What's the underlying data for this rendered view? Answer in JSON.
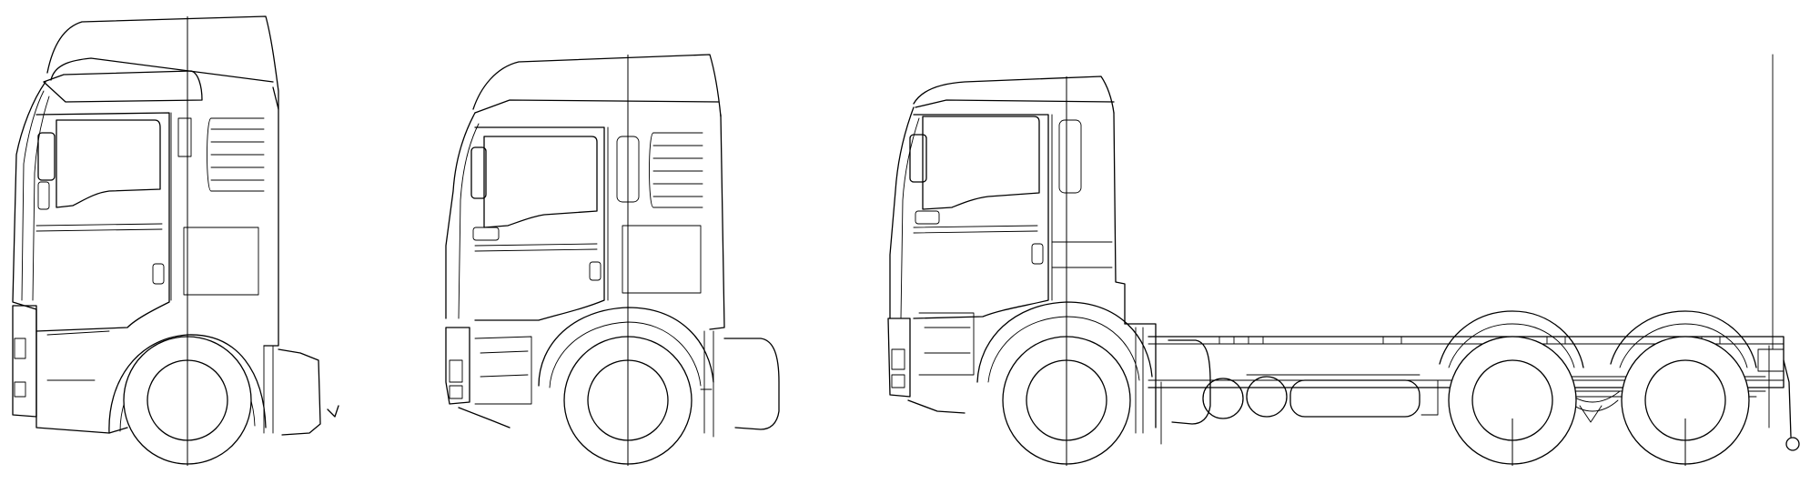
{
  "drawing": {
    "background_color": "#ffffff",
    "line_color": "#000000",
    "views": [
      {
        "id": "truck-tall-cab",
        "kind": "tractor-unit-side-view",
        "roof": "high",
        "axles": 1
      },
      {
        "id": "truck-medium-cab",
        "kind": "tractor-unit-side-view",
        "roof": "medium",
        "axles": 1
      },
      {
        "id": "truck-chassis",
        "kind": "chassis-cab-side-view",
        "roof": "medium",
        "axles": 3
      }
    ]
  }
}
